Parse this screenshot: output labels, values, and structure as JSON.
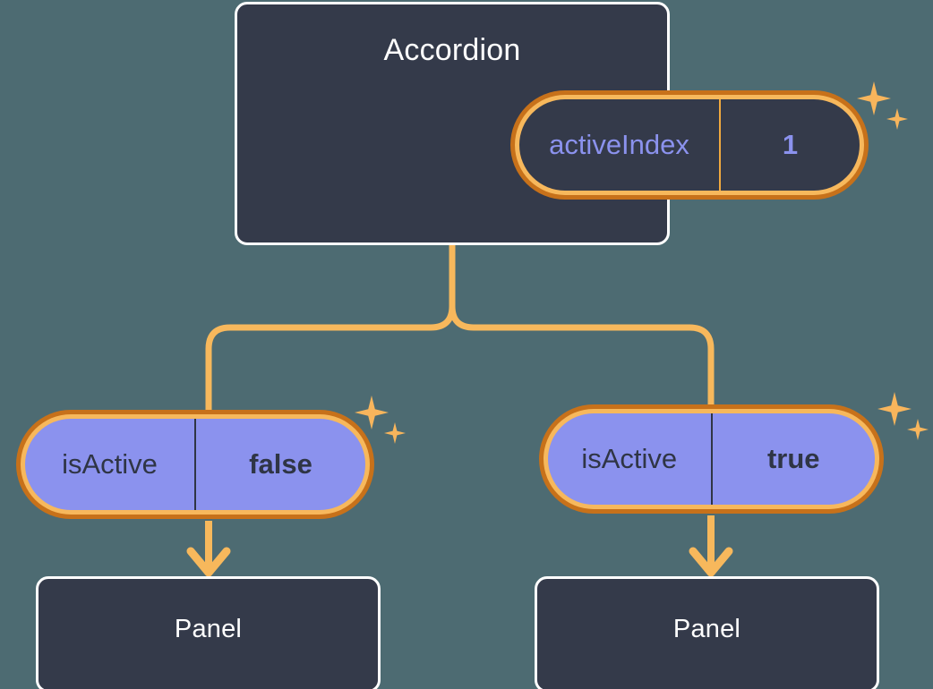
{
  "diagram": {
    "background_color": "#4d6b72",
    "accent_orange": "#f0a93f",
    "accent_orange_dark": "#c7711a",
    "accent_purple": "#8b92ee",
    "card_background": "#343a4a",
    "card_border": "#ffffff"
  },
  "root": {
    "title": "Accordion",
    "prop": {
      "key": "activeIndex",
      "value": "1"
    }
  },
  "branches": [
    {
      "prop": {
        "key": "isActive",
        "value": "false"
      },
      "child": {
        "title": "Panel"
      }
    },
    {
      "prop": {
        "key": "isActive",
        "value": "true"
      },
      "child": {
        "title": "Panel"
      }
    }
  ],
  "icons": {
    "sparkle_large": "sparkle-icon",
    "sparkle_small": "sparkle-small-icon",
    "arrow": "arrow-down-icon"
  }
}
